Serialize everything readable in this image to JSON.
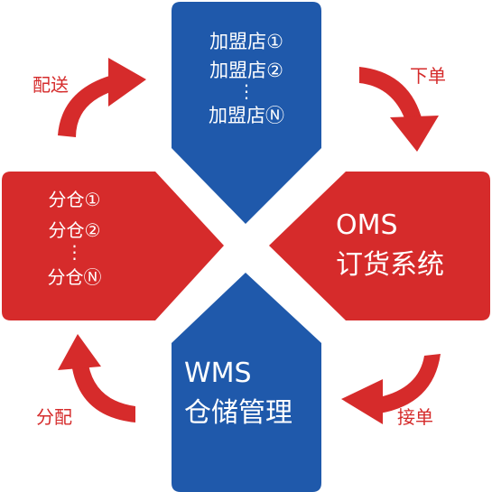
{
  "colors": {
    "blue": "#1f59ab",
    "red": "#d62b2b",
    "text_on_shape": "#ffffff",
    "label": "#d52b2b"
  },
  "franchise": {
    "lines": [
      "加盟店①",
      "加盟店②",
      "⋮",
      "加盟店Ⓝ"
    ]
  },
  "warehouses": {
    "lines": [
      "分仓①",
      "分仓②",
      "⋮",
      "分仓Ⓝ"
    ]
  },
  "oms": {
    "line1": "OMS",
    "line2": "订货系统"
  },
  "wms": {
    "line1": "WMS",
    "line2": "仓储管理"
  },
  "flow_labels": {
    "top_left": "配送",
    "top_right": "下单",
    "bottom_right": "接单",
    "bottom_left": "分配"
  }
}
